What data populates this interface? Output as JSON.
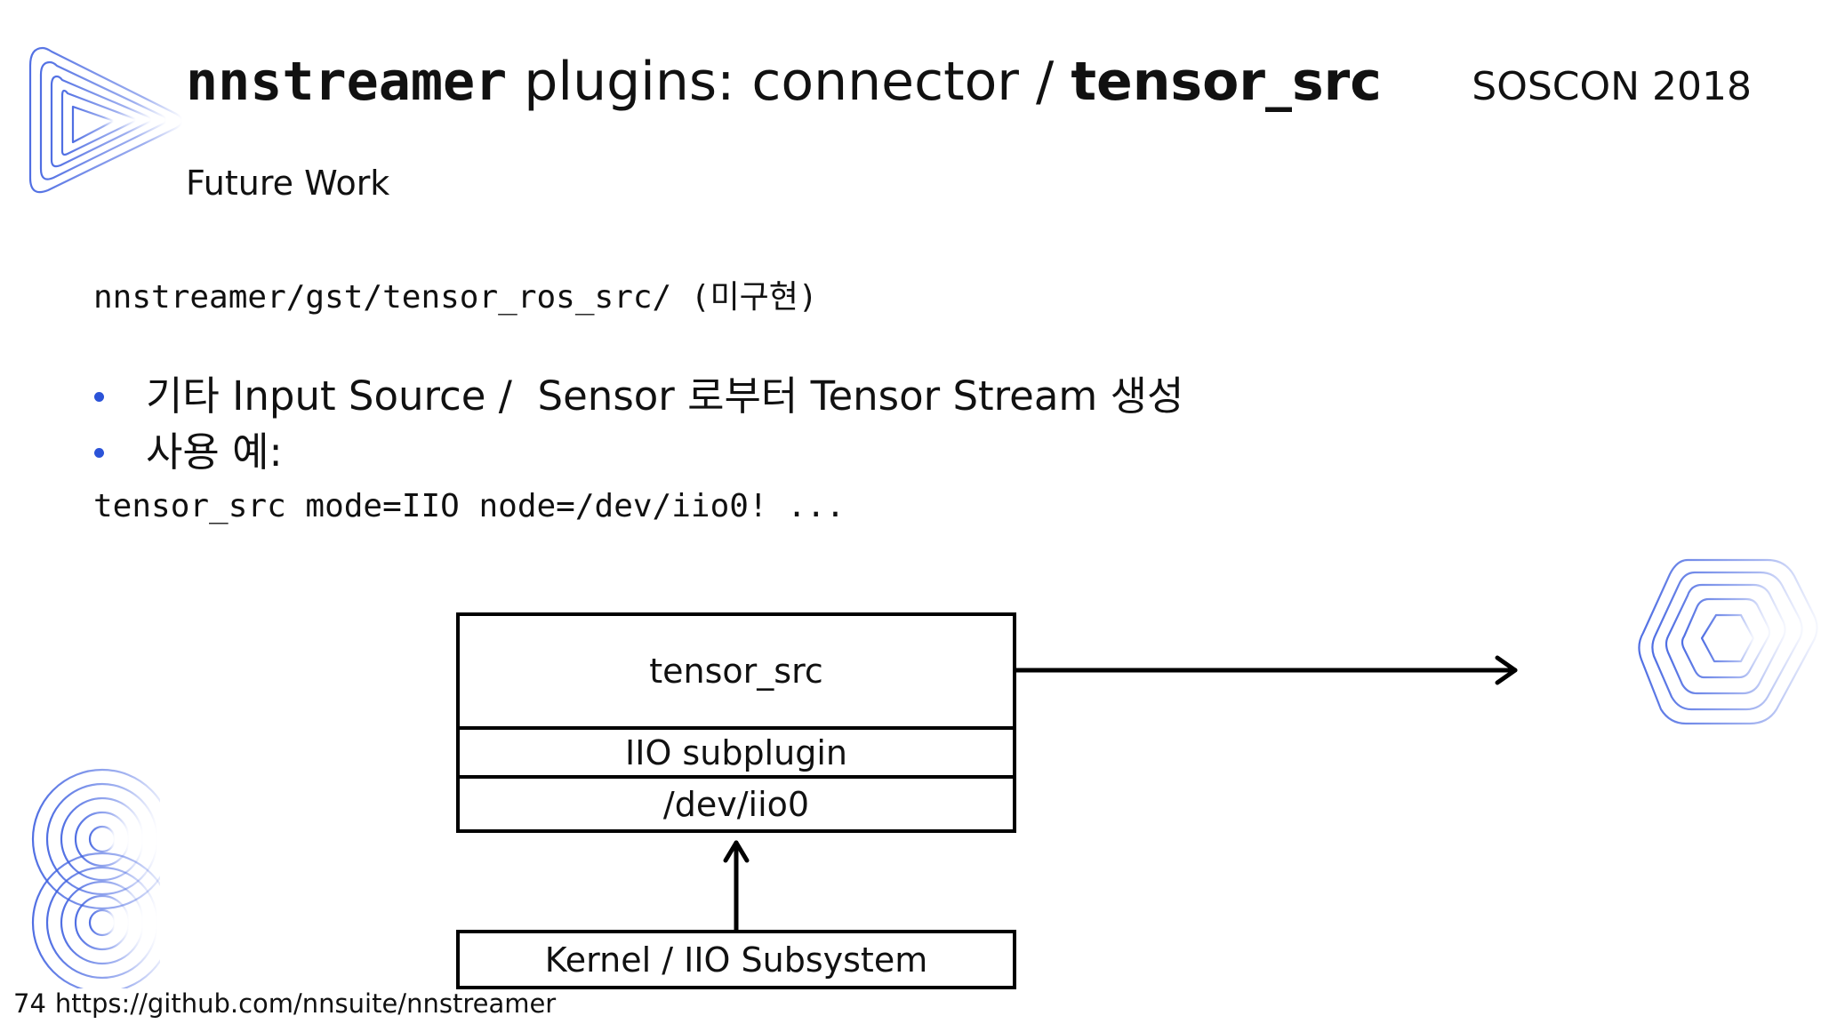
{
  "slide": {
    "title_part_1": "nnstreamer",
    "title_part_2": " plugins: connector / ",
    "title_part_3": "tensor_src",
    "conference": "SOSCON 2018",
    "subtitle": "Future Work"
  },
  "body": {
    "path_line": "nnstreamer/gst/tensor_ros_src/ (미구현)",
    "bullets": [
      "기타 Input Source /  Sensor 로부터 Tensor Stream 생성",
      "사용 예:"
    ],
    "example_pipeline": "tensor_src mode=IIO node=/dev/iio0! ..."
  },
  "diagram": {
    "element_label": "tensor_src",
    "subplugin_label": "IIO subplugin",
    "device_label": "/dev/iio0",
    "kernel_label": "Kernel / IIO Subsystem"
  },
  "footer": {
    "page_number": "74",
    "url": "https://github.com/nnsuite/nnstreamer"
  },
  "decoration": {
    "top_left_icon": "play-triangle-logo-icon",
    "right_icon": "hexagon-ring-logo-icon",
    "bottom_left_icon": "figure-eight-logo-icon",
    "accent_color": "#2b53d8",
    "logo_line_color": "#3d5fe0"
  }
}
